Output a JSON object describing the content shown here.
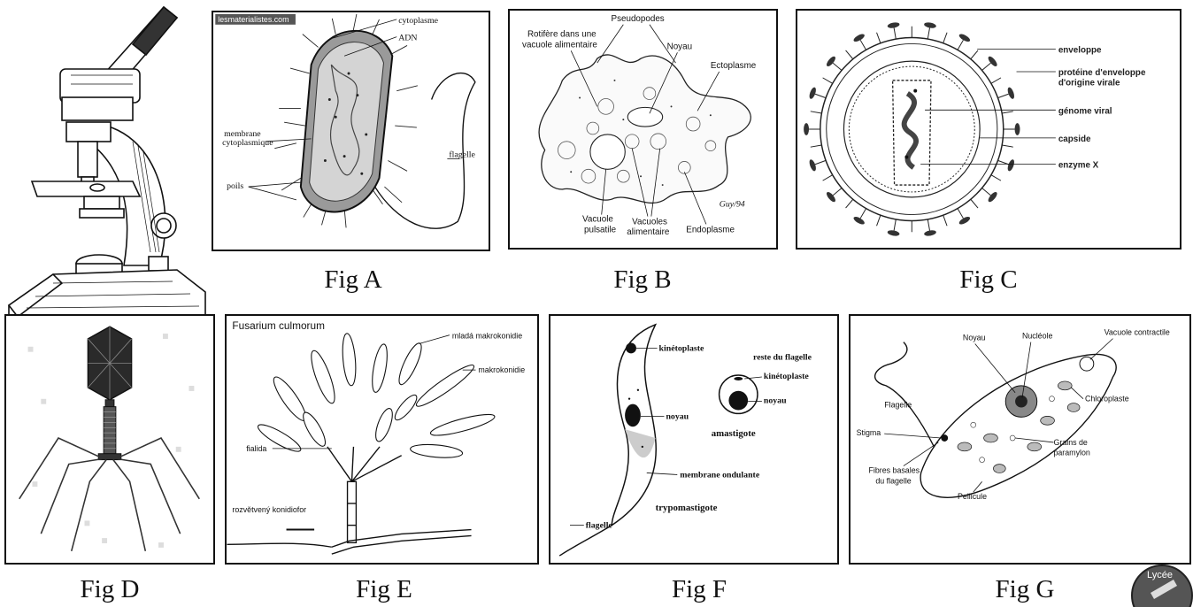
{
  "figures": {
    "a": {
      "caption": "Fig A",
      "watermark": "lesmaterialistes.com",
      "labels": {
        "cytoplasme": "cytoplasme",
        "adn": "ADN",
        "membrane_1": "membrane",
        "membrane_2": "cytoplasmique",
        "poils": "poils",
        "flagelle": "flagelle"
      }
    },
    "b": {
      "caption": "Fig B",
      "labels": {
        "pseudopodes": "Pseudopodes",
        "rotifere_1": "Rotifère dans une",
        "rotifere_2": "vacuole alimentaire",
        "noyau": "Noyau",
        "ectoplasme": "Ectoplasme",
        "vacuole_1": "Vacuole",
        "vacuole_2": "pulsatile",
        "vacuoles_1": "Vacuoles",
        "vacuoles_2": "alimentaire",
        "endoplasme": "Endoplasme",
        "signature": "Guy/94"
      }
    },
    "c": {
      "caption": "Fig C",
      "labels": {
        "enveloppe": "enveloppe",
        "proteine_1": "protéine d'enveloppe",
        "proteine_2": "d'origine virale",
        "genome": "génome viral",
        "capside": "capside",
        "enzyme": "enzyme X"
      }
    },
    "d": {
      "caption": "Fig D"
    },
    "e": {
      "caption": "Fig E",
      "labels": {
        "title": "Fusarium culmorum",
        "mlada": "mladá makrokonidie",
        "makro": "makrokonidie",
        "fialida": "fialida",
        "konidiofor": "rozvětvený konidiofor"
      }
    },
    "f": {
      "caption": "Fig F",
      "labels": {
        "kinetoplaste": "kinétoplaste",
        "noyau": "noyau",
        "membrane": "membrane ondulante",
        "trypo": "trypomastigote",
        "flagelle": "flagelle",
        "reste": "reste du flagelle",
        "kinetoplaste2": "kinétoplaste",
        "noyau2": "noyau",
        "amastigote": "amastigote"
      }
    },
    "g": {
      "caption": "Fig G",
      "labels": {
        "noyau": "Noyau",
        "nucleole": "Nucléole",
        "vacuole": "Vacuole contractile",
        "flagelle": "Flagelle",
        "chloroplaste": "Chloroplaste",
        "stigma": "Stigma",
        "grains_1": "Grains de",
        "grains_2": "paramylon",
        "fibres_1": "Fibres basales",
        "fibres_2": "du flagelle",
        "pellicule": "Pellicule"
      }
    }
  },
  "logo": {
    "text": "Lycée"
  }
}
